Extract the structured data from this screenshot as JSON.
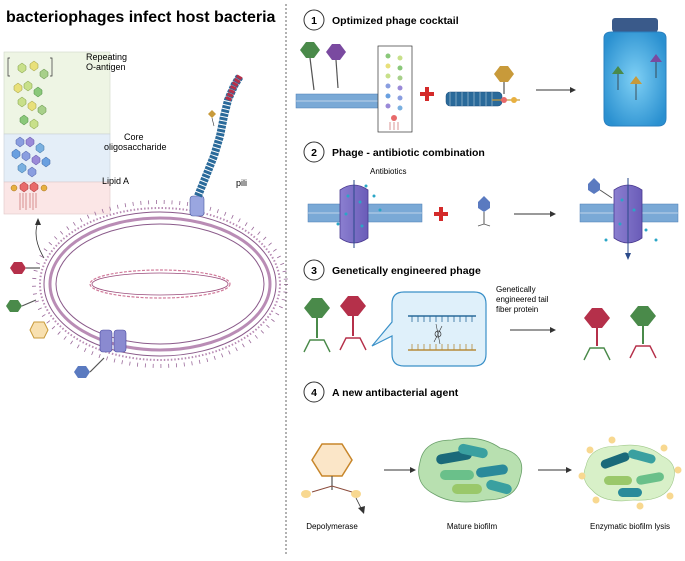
{
  "left": {
    "title": "bacteriophages infect host bacteria",
    "labels": {
      "o_antigen_1": "Repeating",
      "o_antigen_2": "O-antigen",
      "core_1": "Core",
      "core_2": "oligosaccharide",
      "lipid_a": "Lipid A",
      "pili": "pili"
    }
  },
  "sections": [
    {
      "num": "1",
      "title": "Optimized phage cocktail"
    },
    {
      "num": "2",
      "title": "Phage - antibiotic combination",
      "label": "Antibiotics"
    },
    {
      "num": "3",
      "title": "Genetically engineered phage",
      "label_1": "Genetically",
      "label_2": "engineered tail",
      "label_3": "fiber protein"
    },
    {
      "num": "4",
      "title": "A new antibacterial agent",
      "captions": [
        "Depolymerase",
        "Mature biofilm",
        "Enzymatic biofilm lysis"
      ]
    }
  ],
  "colors": {
    "membrane": "#7aa9d6",
    "membrane_dark": "#4d7fb3",
    "cell_wall": "#b98cb5",
    "phage_green": "#4a8a4a",
    "phage_purple": "#7a4aa0",
    "phage_red": "#b5304a",
    "phage_blue": "#5a7ac0",
    "phage_gold": "#c89a3a",
    "plus_red": "#d42a2a",
    "bottle_blue": "#3aa6e0",
    "biofilm_green": "#9fd29a",
    "divider": "#666666"
  }
}
